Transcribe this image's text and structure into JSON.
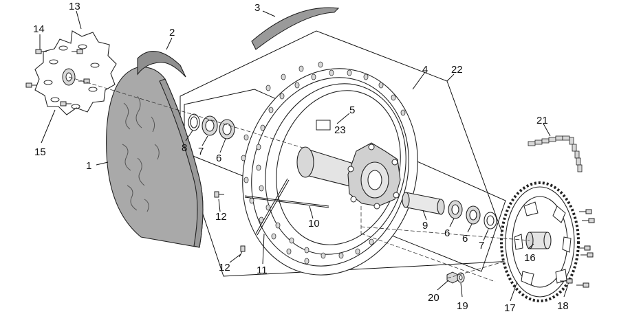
{
  "callouts": {
    "c1": "1",
    "c2": "2",
    "c3": "3",
    "c4": "4",
    "c5": "5",
    "c6a": "6",
    "c6b": "6",
    "c6c": "6",
    "c7a": "7",
    "c7b": "7",
    "c8": "8",
    "c9": "9",
    "c10": "10",
    "c11": "11",
    "c12a": "12",
    "c12b": "12",
    "c13": "13",
    "c14": "14",
    "c15": "15",
    "c16": "16",
    "c17": "17",
    "c18": "18",
    "c19": "19",
    "c20": "20",
    "c21": "21",
    "c22": "22",
    "c23": "23"
  },
  "colors": {
    "tire_fill": "#a9a9a9",
    "tire_dark": "#8f8f8f",
    "rim_tape": "#9a9a9a",
    "metal": "#d8d8d8",
    "line": "#111111"
  }
}
